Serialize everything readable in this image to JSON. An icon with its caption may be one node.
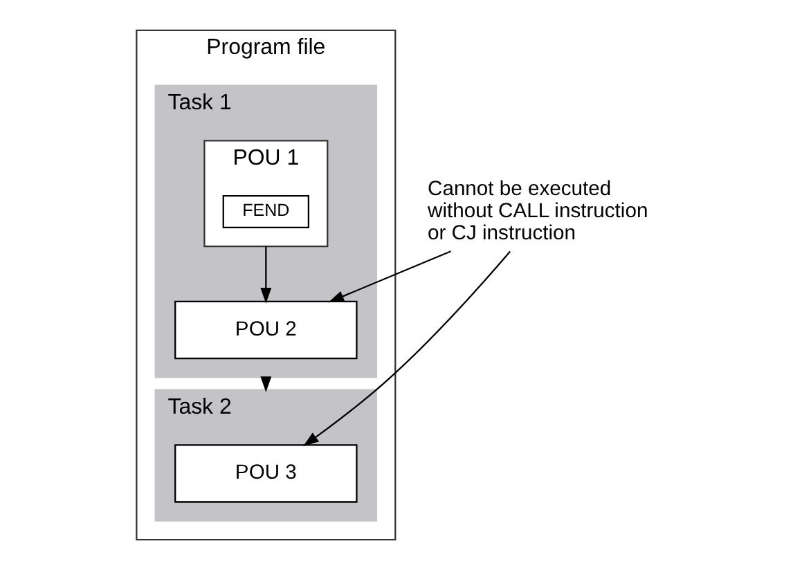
{
  "diagram": {
    "nodes": [
      {
        "text": [
          "Program file"
        ]
      },
      {
        "text": [
          "Task 1"
        ],
        "in": 0
      },
      {
        "text": [
          "POU 1"
        ],
        "in": 1
      },
      {
        "text": [
          "FEND"
        ],
        "in": 2
      },
      {
        "text": [
          "POU 2"
        ],
        "in": 1
      },
      {
        "text": [
          "Task 2"
        ],
        "in": 0
      },
      {
        "text": [
          "POU 3"
        ],
        "in": 5
      },
      {
        "text": [
          "Cannot be executed without CALL instruction or CJ instruction"
        ]
      }
    ],
    "edges": [
      {
        "from": 2,
        "to": 4,
        "arrow": "to"
      },
      {
        "from": 1,
        "to": 5,
        "arrow": "to"
      },
      {
        "from": 7,
        "to": 4,
        "arrow": "to"
      },
      {
        "from": 7,
        "to": 6,
        "arrow": "to"
      }
    ]
  }
}
